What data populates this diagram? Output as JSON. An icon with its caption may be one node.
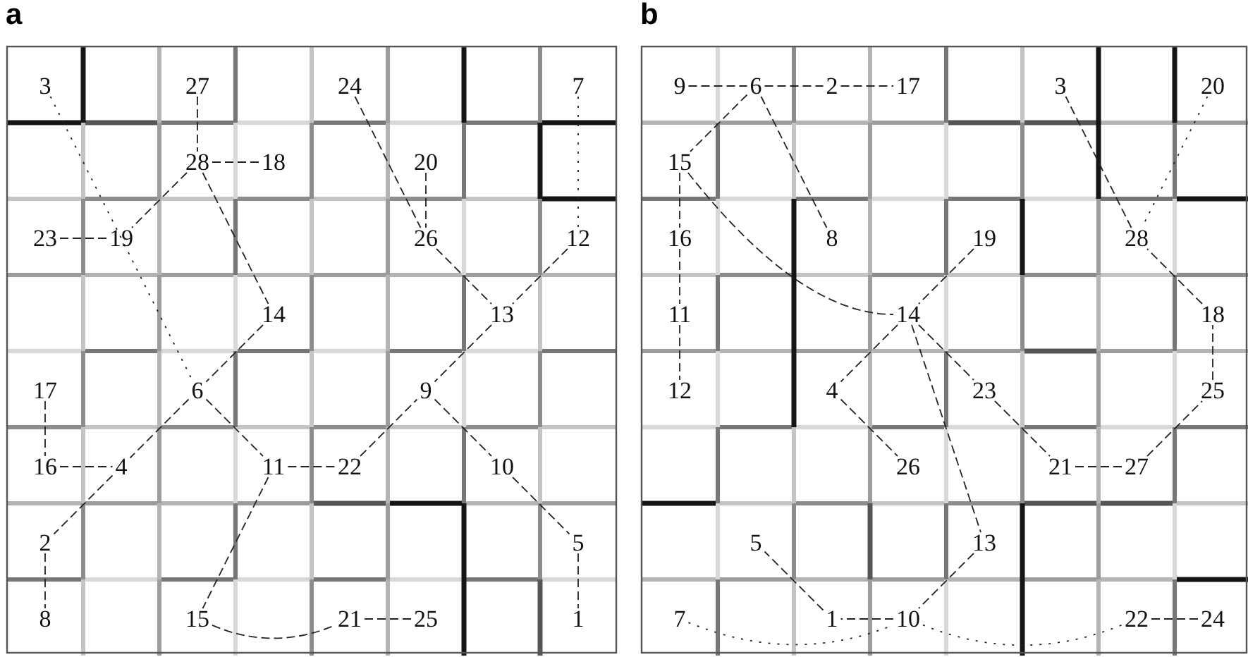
{
  "diagram": {
    "nodes": [
      {
        "text": [
          "3"
        ]
      },
      {
        "text": [
          "27"
        ]
      },
      {
        "text": [
          "24"
        ]
      },
      {
        "text": [
          "7"
        ]
      },
      {
        "text": [
          "28"
        ]
      },
      {
        "text": [
          "18"
        ]
      },
      {
        "text": [
          "20"
        ]
      },
      {
        "text": [
          "23"
        ]
      },
      {
        "text": [
          "19"
        ]
      },
      {
        "text": [
          "26"
        ]
      },
      {
        "text": [
          "12"
        ]
      },
      {
        "text": [
          "14"
        ]
      },
      {
        "text": [
          "13"
        ]
      },
      {
        "text": [
          "17"
        ]
      },
      {
        "text": [
          "6"
        ]
      },
      {
        "text": [
          "9"
        ]
      },
      {
        "text": [
          "16"
        ]
      },
      {
        "text": [
          "4"
        ]
      },
      {
        "text": [
          "11"
        ]
      },
      {
        "text": [
          "22"
        ]
      },
      {
        "text": [
          "10"
        ]
      },
      {
        "text": [
          "2"
        ]
      },
      {
        "text": [
          "5"
        ]
      },
      {
        "text": [
          "8"
        ]
      },
      {
        "text": [
          "15"
        ]
      },
      {
        "text": [
          "21"
        ]
      },
      {
        "text": [
          "25"
        ]
      },
      {
        "text": [
          "1"
        ]
      },
      {
        "text": [
          "9"
        ]
      },
      {
        "text": [
          "6"
        ]
      },
      {
        "text": [
          "2"
        ]
      },
      {
        "text": [
          "17"
        ]
      },
      {
        "text": [
          "3"
        ]
      },
      {
        "text": [
          "20"
        ]
      },
      {
        "text": [
          "15"
        ]
      },
      {
        "text": [
          "16"
        ]
      },
      {
        "text": [
          "8"
        ]
      },
      {
        "text": [
          "19"
        ]
      },
      {
        "text": [
          "28"
        ]
      },
      {
        "text": [
          "11"
        ]
      },
      {
        "text": [
          "14"
        ]
      },
      {
        "text": [
          "18"
        ]
      },
      {
        "text": [
          "12"
        ]
      },
      {
        "text": [
          "4"
        ]
      },
      {
        "text": [
          "23"
        ]
      },
      {
        "text": [
          "25"
        ]
      },
      {
        "text": [
          "26"
        ]
      },
      {
        "text": [
          "21"
        ]
      },
      {
        "text": [
          "27"
        ]
      },
      {
        "text": [
          "5"
        ]
      },
      {
        "text": [
          "13"
        ]
      },
      {
        "text": [
          "7"
        ]
      },
      {
        "text": [
          "1"
        ]
      },
      {
        "text": [
          "10"
        ]
      },
      {
        "text": [
          "22"
        ]
      },
      {
        "text": [
          "24"
        ]
      }
    ],
    "edges": [
      {
        "from": 0,
        "to": 14,
        "arrow": "none"
      },
      {
        "from": 1,
        "to": 4,
        "arrow": "none",
        "style": "dashed"
      },
      {
        "from": 4,
        "to": 5,
        "arrow": "none",
        "style": "dashed"
      },
      {
        "from": 4,
        "to": 8,
        "arrow": "none",
        "style": "dashed"
      },
      {
        "from": 7,
        "to": 8,
        "arrow": "none",
        "style": "dashed"
      },
      {
        "from": 4,
        "to": 11,
        "arrow": "none",
        "style": "dashed"
      },
      {
        "from": 11,
        "to": 14,
        "arrow": "none",
        "style": "dashed"
      },
      {
        "from": 2,
        "to": 9,
        "arrow": "none",
        "style": "dashed"
      },
      {
        "from": 6,
        "to": 9,
        "arrow": "none",
        "style": "dashed"
      },
      {
        "from": 9,
        "to": 12,
        "arrow": "none",
        "style": "dashed"
      },
      {
        "from": 3,
        "to": 10,
        "arrow": "none"
      },
      {
        "from": 10,
        "to": 12,
        "arrow": "none",
        "style": "dashed"
      },
      {
        "from": 12,
        "to": 15,
        "arrow": "none",
        "style": "dashed"
      },
      {
        "from": 14,
        "to": 17,
        "arrow": "none",
        "style": "dashed"
      },
      {
        "from": 17,
        "to": 21,
        "arrow": "none",
        "style": "dashed"
      },
      {
        "from": 21,
        "to": 23,
        "arrow": "none",
        "style": "dashed"
      },
      {
        "from": 13,
        "to": 16,
        "arrow": "none",
        "style": "dashed"
      },
      {
        "from": 16,
        "to": 17,
        "arrow": "none",
        "style": "dashed"
      },
      {
        "from": 14,
        "to": 18,
        "arrow": "none",
        "style": "dashed"
      },
      {
        "from": 18,
        "to": 19,
        "arrow": "none",
        "style": "dashed"
      },
      {
        "from": 19,
        "to": 15,
        "arrow": "none",
        "style": "dashed"
      },
      {
        "from": 15,
        "to": 20,
        "arrow": "none",
        "style": "dashed"
      },
      {
        "from": 20,
        "to": 22,
        "arrow": "none",
        "style": "dashed"
      },
      {
        "from": 22,
        "to": 27,
        "arrow": "none",
        "style": "dashed"
      },
      {
        "from": 18,
        "to": 24,
        "arrow": "none",
        "style": "dashed"
      },
      {
        "from": 24,
        "to": 25,
        "arrow": "none",
        "style": "dashed"
      },
      {
        "from": 25,
        "to": 26,
        "arrow": "none",
        "style": "dashed"
      },
      {
        "from": 28,
        "to": 29,
        "arrow": "none",
        "style": "dashed"
      },
      {
        "from": 29,
        "to": 30,
        "arrow": "none",
        "style": "dashed"
      },
      {
        "from": 30,
        "to": 31,
        "arrow": "none",
        "style": "dashed"
      },
      {
        "from": 29,
        "to": 34,
        "arrow": "none",
        "style": "dashed"
      },
      {
        "from": 29,
        "to": 36,
        "arrow": "none",
        "style": "dashed"
      },
      {
        "from": 34,
        "to": 35,
        "arrow": "none",
        "style": "dashed"
      },
      {
        "from": 35,
        "to": 39,
        "arrow": "none",
        "style": "dashed"
      },
      {
        "from": 39,
        "to": 42,
        "arrow": "none",
        "style": "dashed"
      },
      {
        "from": 34,
        "to": 40,
        "arrow": "none",
        "style": "dashed"
      },
      {
        "from": 37,
        "to": 40,
        "arrow": "none",
        "style": "dashed"
      },
      {
        "from": 40,
        "to": 43,
        "arrow": "none",
        "style": "dashed"
      },
      {
        "from": 43,
        "to": 46,
        "arrow": "none",
        "style": "dashed"
      },
      {
        "from": 40,
        "to": 44,
        "arrow": "none",
        "style": "dashed"
      },
      {
        "from": 44,
        "to": 47,
        "arrow": "none",
        "style": "dashed"
      },
      {
        "from": 47,
        "to": 48,
        "arrow": "none",
        "style": "dashed"
      },
      {
        "from": 48,
        "to": 45,
        "arrow": "none",
        "style": "dashed"
      },
      {
        "from": 45,
        "to": 41,
        "arrow": "none",
        "style": "dashed"
      },
      {
        "from": 41,
        "to": 38,
        "arrow": "none",
        "style": "dashed"
      },
      {
        "from": 38,
        "to": 32,
        "arrow": "none",
        "style": "dashed"
      },
      {
        "from": 33,
        "to": 38,
        "arrow": "none"
      },
      {
        "from": 40,
        "to": 50,
        "arrow": "none",
        "style": "dashed"
      },
      {
        "from": 50,
        "to": 53,
        "arrow": "none",
        "style": "dashed"
      },
      {
        "from": 53,
        "to": 52,
        "arrow": "none",
        "style": "dashed"
      },
      {
        "from": 52,
        "to": 49,
        "arrow": "none",
        "style": "dashed"
      },
      {
        "from": 51,
        "to": 53,
        "arrow": "none"
      },
      {
        "from": 53,
        "to": 54,
        "arrow": "none"
      },
      {
        "from": 54,
        "to": 55,
        "arrow": "none",
        "style": "dashed"
      }
    ],
    "labels": [
      "a",
      "b"
    ]
  }
}
